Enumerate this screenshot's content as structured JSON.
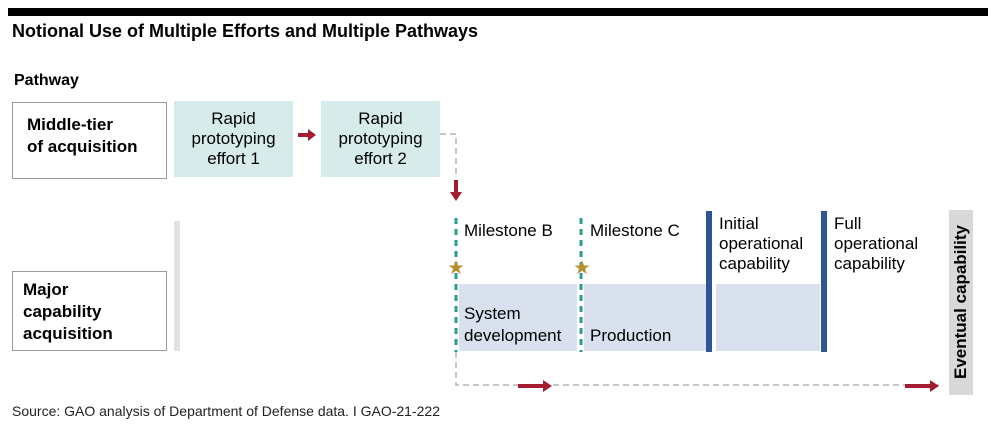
{
  "title": "Notional Use of Multiple Efforts and Multiple Pathways",
  "pathway_label": "Pathway",
  "pathways": {
    "middle_tier": "Middle-tier of acquisition",
    "middle_tier_lines": [
      "Middle-tier",
      "of acquisition"
    ],
    "major_capability_lines": [
      "Major",
      "capability",
      "acquisition"
    ]
  },
  "efforts": [
    {
      "lines": [
        "Rapid",
        "prototyping",
        "effort 1"
      ]
    },
    {
      "lines": [
        "Rapid",
        "prototyping",
        "effort 2"
      ]
    }
  ],
  "milestones": {
    "b": "Milestone B",
    "c": "Milestone C",
    "ioc_lines": [
      "Initial",
      "operational",
      "capability"
    ],
    "foc_lines": [
      "Full",
      "operational",
      "capability"
    ]
  },
  "phases": {
    "system_development_lines": [
      "System",
      "development"
    ],
    "production": "Production"
  },
  "eventual": "Eventual capability",
  "source": "Source: GAO analysis of Department of Defense data.  I  GAO-21-222",
  "colors": {
    "arrow": "#a51c30",
    "effort_fill": "#d6ebea",
    "phase_fill": "#d9e1ef",
    "capability_bar": "#2f5597",
    "milestone_dash": "#2a9d8f",
    "star": "#b8912e"
  }
}
